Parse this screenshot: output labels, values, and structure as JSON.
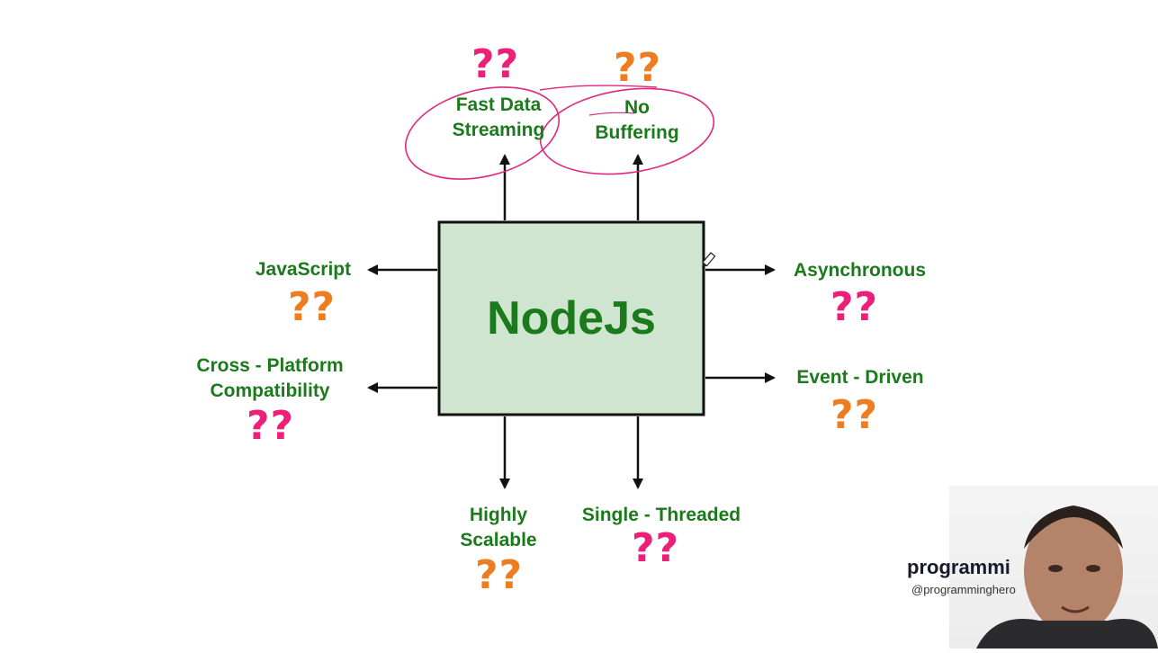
{
  "center": {
    "title": "NodeJs"
  },
  "features": {
    "fast_data_streaming": {
      "line1": "Fast Data",
      "line2": "Streaming"
    },
    "no_buffering": {
      "line1": "No",
      "line2": "Buffering"
    },
    "javascript": {
      "text": "JavaScript"
    },
    "cross_platform": {
      "line1": "Cross - Platform",
      "line2": "Compatibility"
    },
    "asynchronous": {
      "text": "Asynchronous"
    },
    "event_driven": {
      "text": "Event - Driven"
    },
    "highly_scalable": {
      "line1": "Highly",
      "line2": "Scalable"
    },
    "single_threaded": {
      "text": "Single - Threaded"
    }
  },
  "question_marks": {
    "text": "??",
    "pink": "#ec1f79",
    "orange": "#ee7d22"
  },
  "colors": {
    "label_green": "#1b7a1b",
    "box_fill": "#cfe5cf",
    "box_border": "#111111",
    "annotation_pink": "#e0287e"
  },
  "watermark": {
    "brand": "programmi",
    "handle": "@programminghero"
  }
}
